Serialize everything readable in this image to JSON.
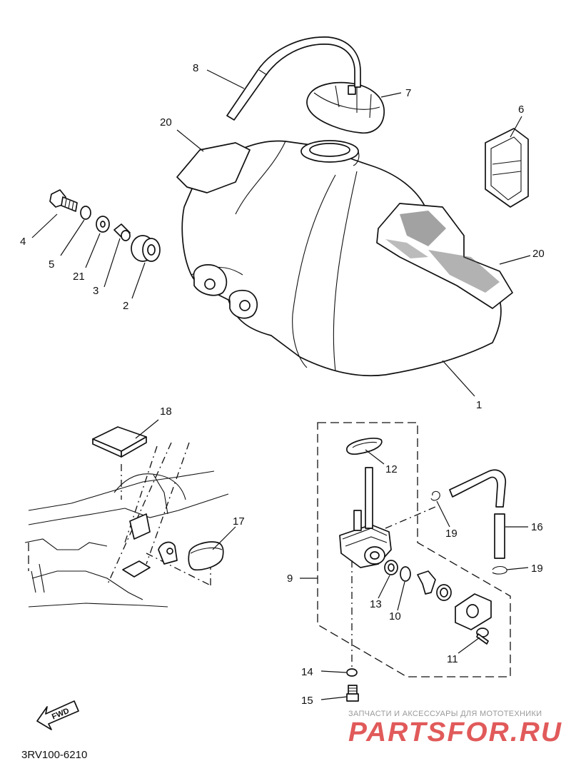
{
  "diagram": {
    "code": "3RV100-6210",
    "fwd_label": "FWD",
    "labels": {
      "p1": "1",
      "p2": "2",
      "p3": "3",
      "p4": "4",
      "p5": "5",
      "p6": "6",
      "p7": "7",
      "p8": "8",
      "p9": "9",
      "p10": "10",
      "p11": "11",
      "p12": "12",
      "p13": "13",
      "p14": "14",
      "p15": "15",
      "p16": "16",
      "p17": "17",
      "p18": "18",
      "p19a": "19",
      "p19b": "19",
      "p20a": "20",
      "p20b": "20",
      "p21": "21"
    }
  },
  "watermark": {
    "small": "ЗАПЧАСТИ И АКСЕССУАРЫ ДЛЯ МОТОТЕХНИКИ",
    "brand": "PARTSFOR.RU"
  }
}
